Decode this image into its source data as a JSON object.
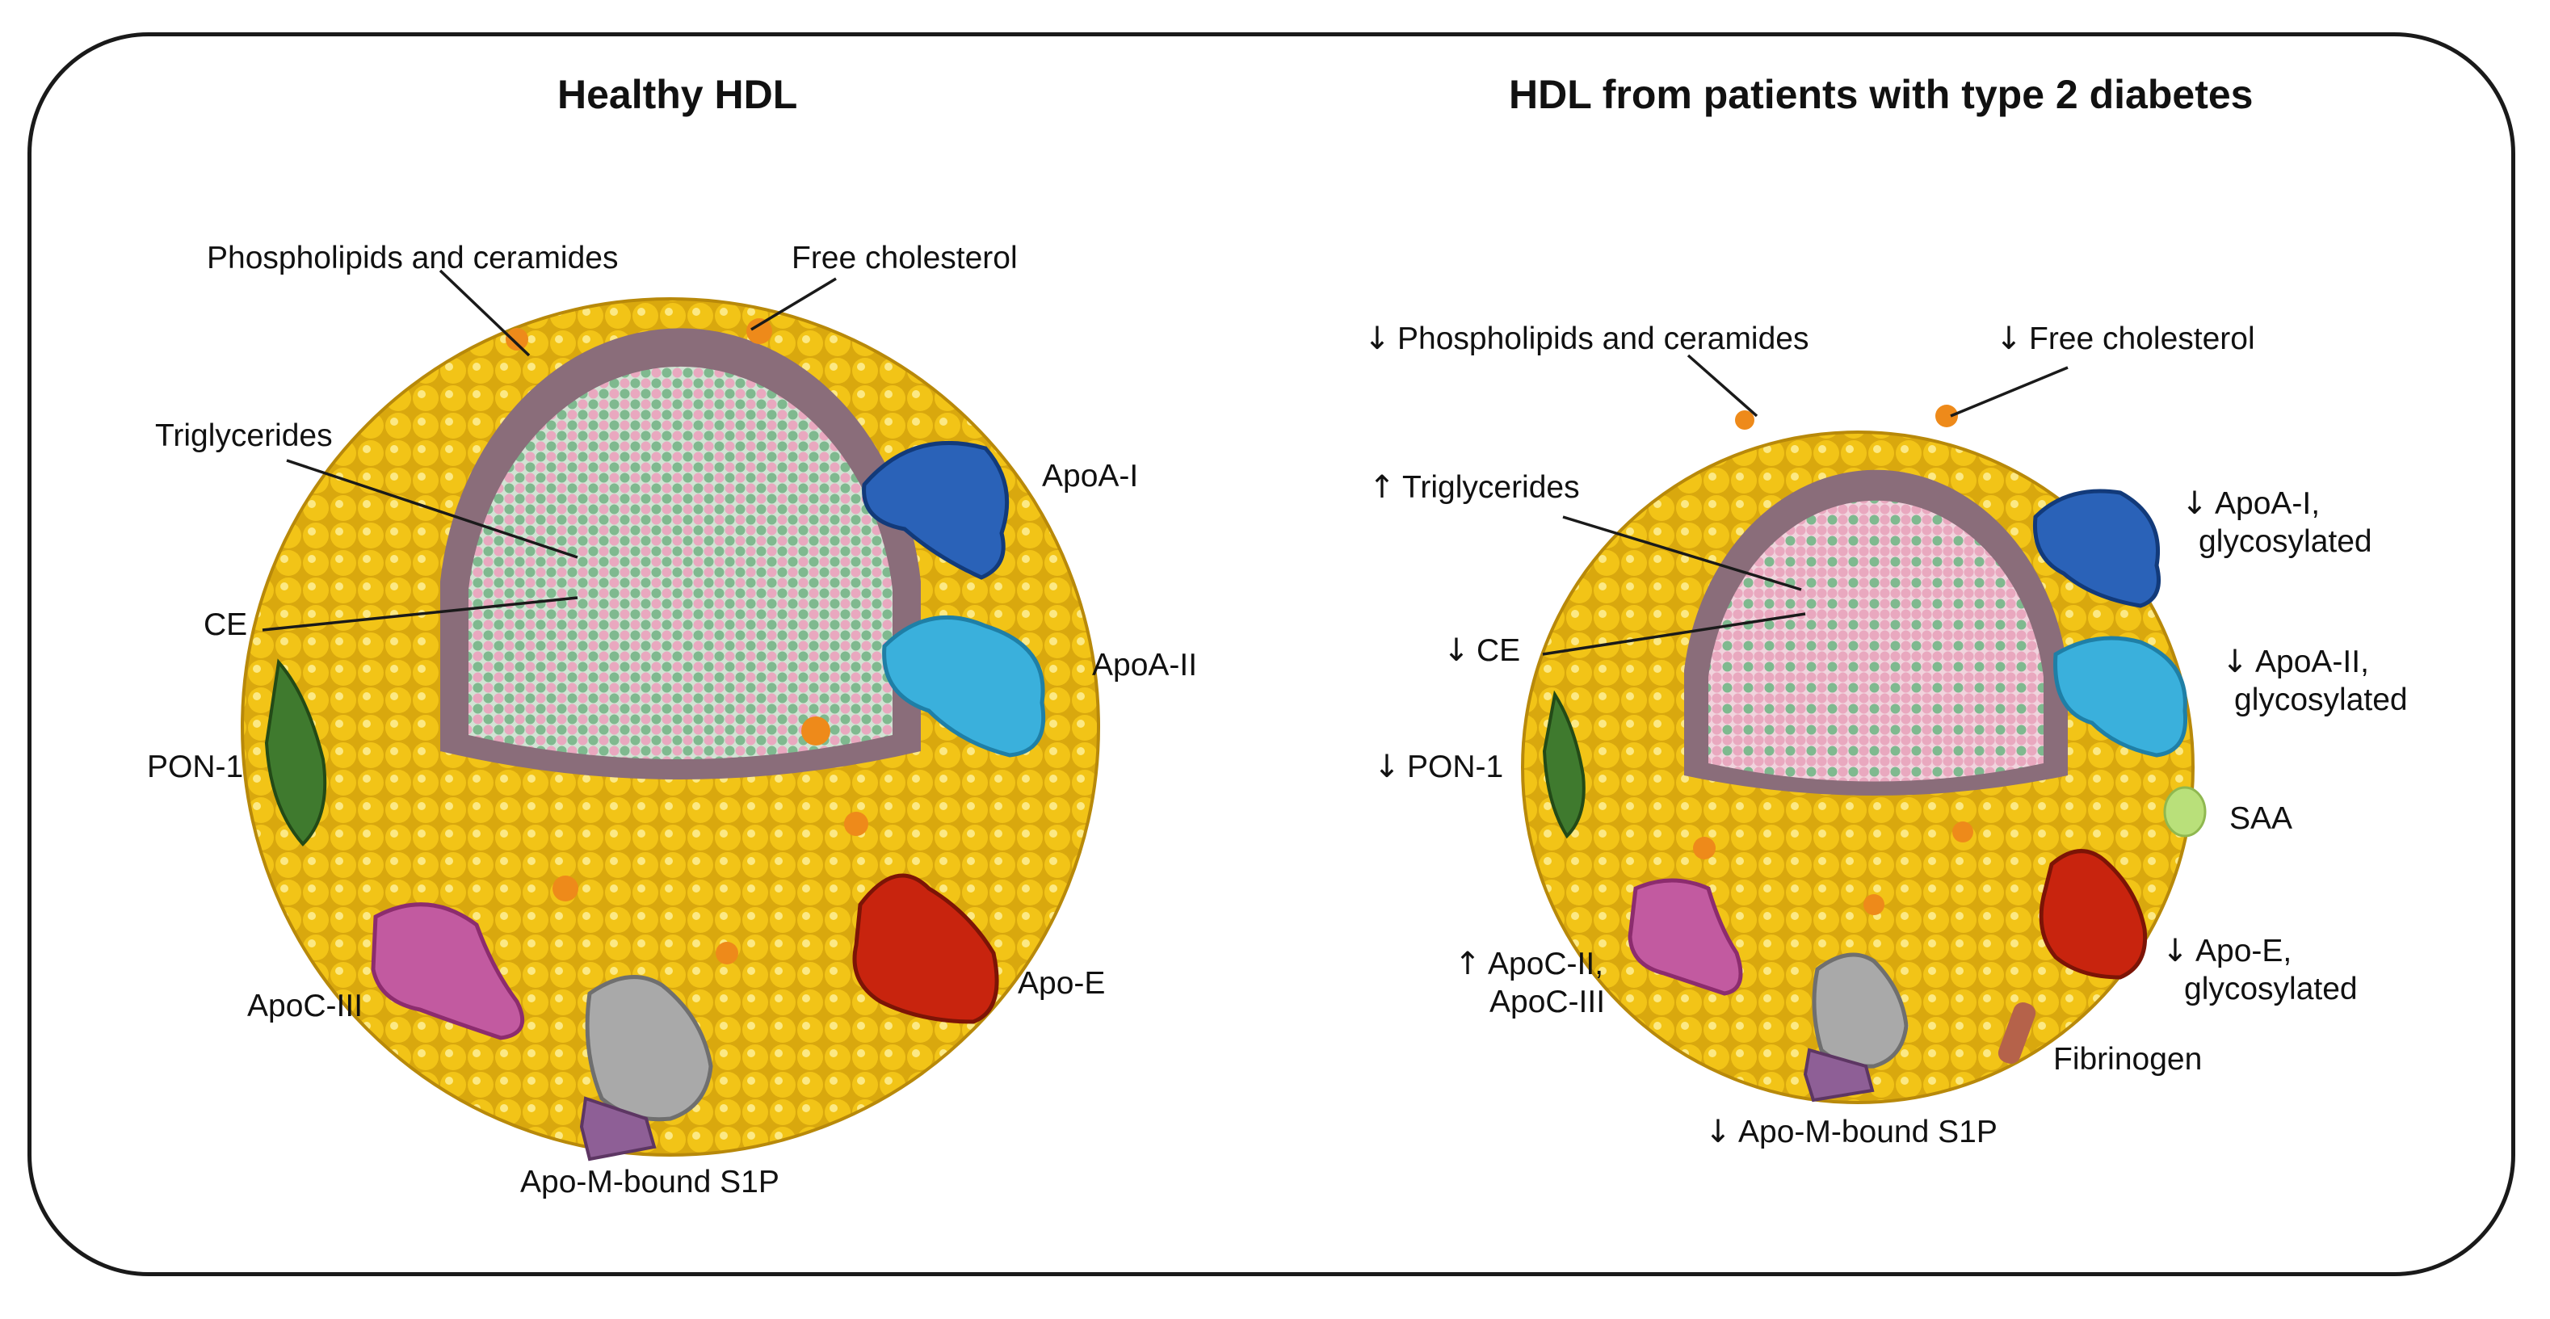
{
  "healthy": {
    "title": "Healthy HDL",
    "labels": {
      "phospholipids": "Phospholipids and ceramides",
      "free_cholesterol": "Free cholesterol",
      "triglycerides": "Triglycerides",
      "ce": "CE",
      "pon1": "PON-1",
      "apoa1": "ApoA-I",
      "apoa2": "ApoA-II",
      "apoc3": "ApoC-III",
      "apoe": "Apo-E",
      "apom_s1p": "Apo-M-bound S1P"
    }
  },
  "diabetes": {
    "title": "HDL from patients with type 2 diabetes",
    "arrows": {
      "down": "↓",
      "up": "↑"
    },
    "labels": {
      "phospholipids": "Phospholipids and ceramides",
      "free_cholesterol": "Free cholesterol",
      "triglycerides": "Triglycerides",
      "ce": "CE",
      "pon1": "PON-1",
      "apoa1_line1": "ApoA-I,",
      "apoa1_line2": "glycosylated",
      "apoa2_line1": "ApoA-II,",
      "apoa2_line2": "glycosylated",
      "saa": "SAA",
      "apoc_line1": "ApoC-II,",
      "apoc_line2": "ApoC-III",
      "apoe_line1": "Apo-E,",
      "apoe_line2": "glycosylated",
      "fibrinogen": "Fibrinogen",
      "apom_s1p": "Apo-M-bound S1P"
    }
  },
  "colors": {
    "outer_shell": "#f2c417",
    "outer_shell_dark": "#c99a0a",
    "phospholipid_band": "#8a6d7a",
    "core_pink": "#e9a8bf",
    "core_green": "#7fb98f",
    "orange_spot": "#ee8a1a",
    "apoa1": "#2a62b8",
    "apoa2": "#3ab0dc",
    "pon1": "#3f7a2e",
    "apoc": "#c25aa0",
    "apoe": "#c8240e",
    "apom": "#a9a9a9",
    "s1p": "#8e5f96",
    "saa": "#b9e07a",
    "fibrinogen": "#b5624a"
  }
}
